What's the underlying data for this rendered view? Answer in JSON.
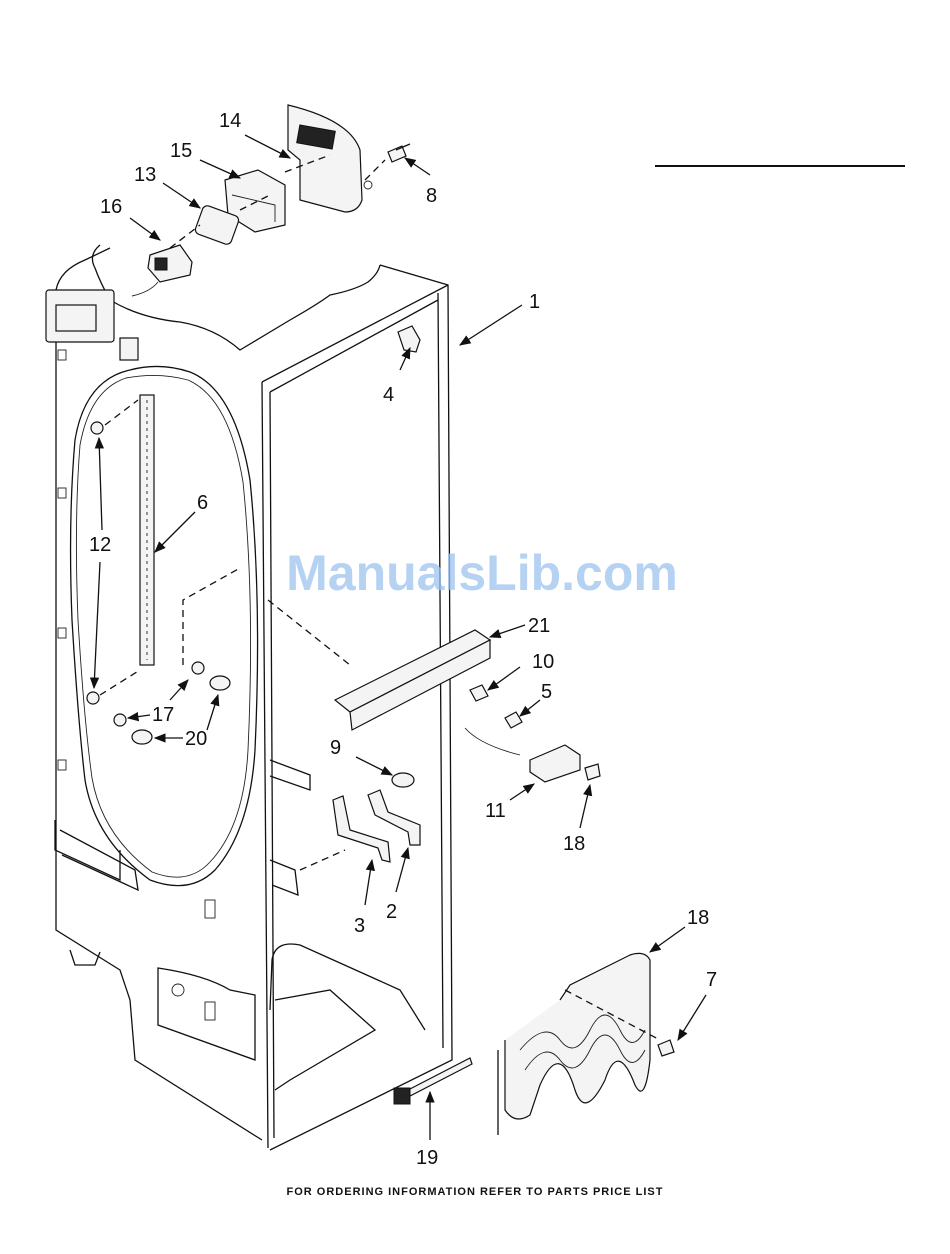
{
  "callouts": [
    {
      "id": "1",
      "label": "1"
    },
    {
      "id": "2",
      "label": "2"
    },
    {
      "id": "3",
      "label": "3"
    },
    {
      "id": "4",
      "label": "4"
    },
    {
      "id": "5",
      "label": "5"
    },
    {
      "id": "6",
      "label": "6"
    },
    {
      "id": "7",
      "label": "7"
    },
    {
      "id": "8",
      "label": "8"
    },
    {
      "id": "9",
      "label": "9"
    },
    {
      "id": "10",
      "label": "10"
    },
    {
      "id": "11",
      "label": "11"
    },
    {
      "id": "12",
      "label": "12"
    },
    {
      "id": "13",
      "label": "13"
    },
    {
      "id": "14",
      "label": "14"
    },
    {
      "id": "15",
      "label": "15"
    },
    {
      "id": "16",
      "label": "16"
    },
    {
      "id": "17",
      "label": "17"
    },
    {
      "id": "18a",
      "label": "18"
    },
    {
      "id": "18b",
      "label": "18"
    },
    {
      "id": "19",
      "label": "19"
    },
    {
      "id": "20",
      "label": "20"
    },
    {
      "id": "21",
      "label": "21"
    }
  ],
  "watermark": "ManualsLib.com",
  "footer": "FOR ORDERING INFORMATION REFER TO PARTS PRICE LIST"
}
